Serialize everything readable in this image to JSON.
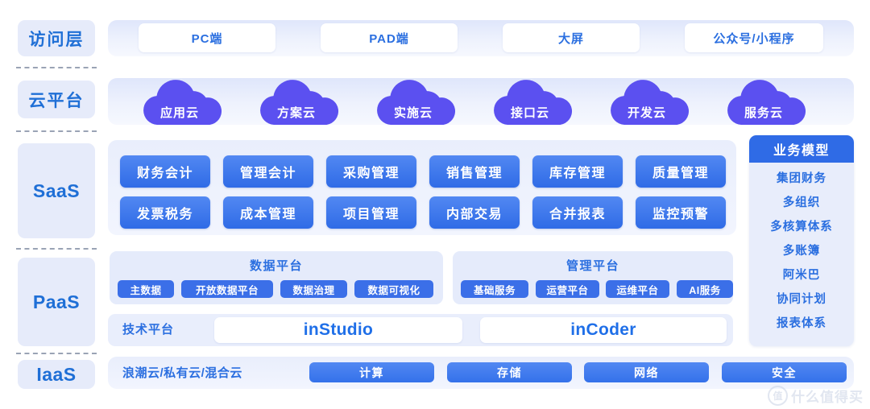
{
  "layers": [
    {
      "id": "access",
      "label": "访问层"
    },
    {
      "id": "cloud",
      "label": "云平台"
    },
    {
      "id": "saas",
      "label": "SaaS"
    },
    {
      "id": "paas",
      "label": "PaaS"
    },
    {
      "id": "iaas",
      "label": "IaaS"
    }
  ],
  "access_layer": {
    "items": [
      {
        "label": "PC端"
      },
      {
        "label": "PAD端"
      },
      {
        "label": "大屏"
      },
      {
        "label": "公众号/小程序"
      }
    ]
  },
  "cloud_platform": {
    "items": [
      {
        "label": "应用云"
      },
      {
        "label": "方案云"
      },
      {
        "label": "实施云"
      },
      {
        "label": "接口云"
      },
      {
        "label": "开发云"
      },
      {
        "label": "服务云"
      }
    ]
  },
  "saas": {
    "row1": [
      {
        "label": "财务会计"
      },
      {
        "label": "管理会计"
      },
      {
        "label": "采购管理"
      },
      {
        "label": "销售管理"
      },
      {
        "label": "库存管理"
      },
      {
        "label": "质量管理"
      }
    ],
    "row2": [
      {
        "label": "发票税务"
      },
      {
        "label": "成本管理"
      },
      {
        "label": "项目管理"
      },
      {
        "label": "内部交易"
      },
      {
        "label": "合并报表"
      },
      {
        "label": "监控预警"
      }
    ]
  },
  "business_model": {
    "title": "业务模型",
    "items": [
      {
        "label": "集团财务"
      },
      {
        "label": "多组织"
      },
      {
        "label": "多核算体系"
      },
      {
        "label": "多账簿"
      },
      {
        "label": "阿米巴"
      },
      {
        "label": "协同计划"
      },
      {
        "label": "报表体系"
      }
    ]
  },
  "paas": {
    "data_platform": {
      "title": "数据平台",
      "items": [
        {
          "label": "主数据"
        },
        {
          "label": "开放数据平台"
        },
        {
          "label": "数据治理"
        },
        {
          "label": "数据可视化"
        }
      ]
    },
    "management_platform": {
      "title": "管理平台",
      "items": [
        {
          "label": "基础服务"
        },
        {
          "label": "运营平台"
        },
        {
          "label": "运维平台"
        },
        {
          "label": "AI服务"
        }
      ]
    },
    "tech_platform": {
      "label": "技术平台",
      "items": [
        {
          "label": "inStudio"
        },
        {
          "label": "inCoder"
        }
      ]
    }
  },
  "iaas": {
    "label": "浪潮云/私有云/混合云",
    "items": [
      {
        "label": "计算"
      },
      {
        "label": "存储"
      },
      {
        "label": "网络"
      },
      {
        "label": "安全"
      }
    ]
  },
  "watermark": {
    "logo": "值",
    "text": "什么值得买"
  },
  "colors": {
    "accent_blue": "#2f6be6",
    "cloud_indigo": "#5b50f0",
    "band_bg": "#e9eefc",
    "label_bg": "#e6ebfa",
    "text_blue": "#2b6fe0"
  }
}
